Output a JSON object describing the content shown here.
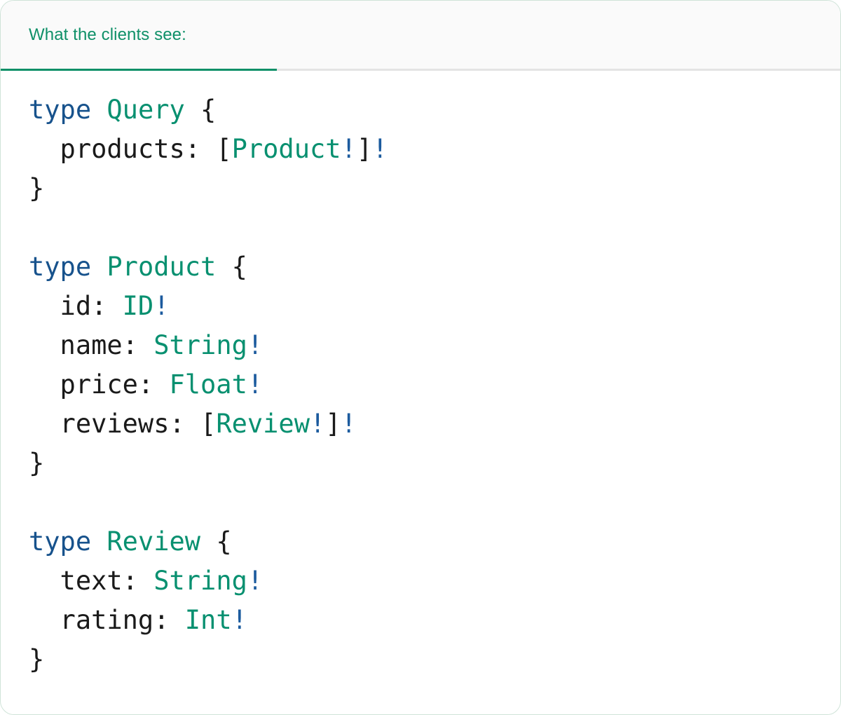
{
  "card": {
    "border_color": "#cfe3d8",
    "background": "#ffffff"
  },
  "header": {
    "tab_label": "What the clients see:",
    "accent_color": "#0f9068",
    "background": "#fafafa",
    "divider_color": "#e4e4e4"
  },
  "colors": {
    "keyword": "#17528c",
    "type_name": "#089070",
    "punctuation": "#1a1a1a",
    "field_name": "#1a1a1a",
    "non_null_bang": "#1c5b9e"
  },
  "code": {
    "language": "graphql",
    "raw": "type Query {\n  products: [Product!]!\n}\n\ntype Product {\n  id: ID!\n  name: String!\n  price: Float!\n  reviews: [Review!]!\n}\n\ntype Review {\n  text: String!\n  rating: Int!\n}",
    "lines": [
      {
        "tokens": [
          {
            "t": "type",
            "k": "kw"
          },
          {
            "t": " ",
            "k": "punct"
          },
          {
            "t": "Query",
            "k": "type"
          },
          {
            "t": " {",
            "k": "punct"
          }
        ]
      },
      {
        "tokens": [
          {
            "t": "  products: ",
            "k": "field"
          },
          {
            "t": "[",
            "k": "punct"
          },
          {
            "t": "Product",
            "k": "type"
          },
          {
            "t": "!",
            "k": "bang"
          },
          {
            "t": "]",
            "k": "punct"
          },
          {
            "t": "!",
            "k": "bang"
          }
        ]
      },
      {
        "tokens": [
          {
            "t": "}",
            "k": "punct"
          }
        ]
      },
      {
        "tokens": []
      },
      {
        "tokens": [
          {
            "t": "type",
            "k": "kw"
          },
          {
            "t": " ",
            "k": "punct"
          },
          {
            "t": "Product",
            "k": "type"
          },
          {
            "t": " {",
            "k": "punct"
          }
        ]
      },
      {
        "tokens": [
          {
            "t": "  id: ",
            "k": "field"
          },
          {
            "t": "ID",
            "k": "type"
          },
          {
            "t": "!",
            "k": "bang"
          }
        ]
      },
      {
        "tokens": [
          {
            "t": "  name: ",
            "k": "field"
          },
          {
            "t": "String",
            "k": "type"
          },
          {
            "t": "!",
            "k": "bang"
          }
        ]
      },
      {
        "tokens": [
          {
            "t": "  price: ",
            "k": "field"
          },
          {
            "t": "Float",
            "k": "type"
          },
          {
            "t": "!",
            "k": "bang"
          }
        ]
      },
      {
        "tokens": [
          {
            "t": "  reviews: ",
            "k": "field"
          },
          {
            "t": "[",
            "k": "punct"
          },
          {
            "t": "Review",
            "k": "type"
          },
          {
            "t": "!",
            "k": "bang"
          },
          {
            "t": "]",
            "k": "punct"
          },
          {
            "t": "!",
            "k": "bang"
          }
        ]
      },
      {
        "tokens": [
          {
            "t": "}",
            "k": "punct"
          }
        ]
      },
      {
        "tokens": []
      },
      {
        "tokens": [
          {
            "t": "type",
            "k": "kw"
          },
          {
            "t": " ",
            "k": "punct"
          },
          {
            "t": "Review",
            "k": "type"
          },
          {
            "t": " {",
            "k": "punct"
          }
        ]
      },
      {
        "tokens": [
          {
            "t": "  text: ",
            "k": "field"
          },
          {
            "t": "String",
            "k": "type"
          },
          {
            "t": "!",
            "k": "bang"
          }
        ]
      },
      {
        "tokens": [
          {
            "t": "  rating: ",
            "k": "field"
          },
          {
            "t": "Int",
            "k": "type"
          },
          {
            "t": "!",
            "k": "bang"
          }
        ]
      },
      {
        "tokens": [
          {
            "t": "}",
            "k": "punct"
          }
        ]
      }
    ]
  }
}
